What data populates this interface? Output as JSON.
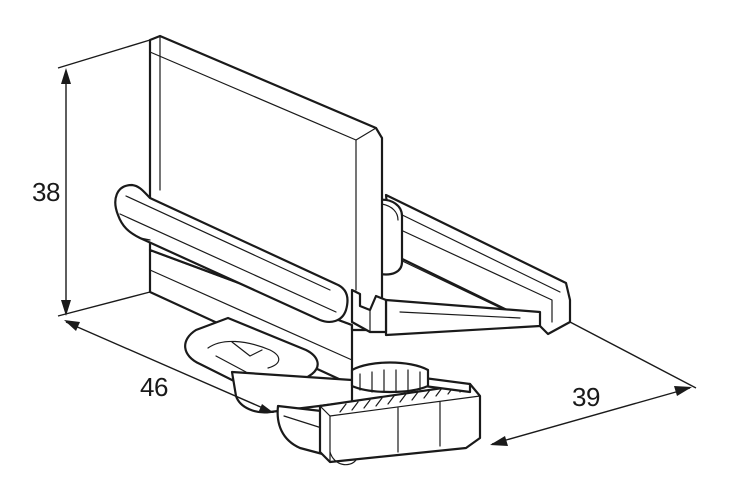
{
  "dimensions": {
    "height": "38",
    "depth": "46",
    "width": "39"
  }
}
